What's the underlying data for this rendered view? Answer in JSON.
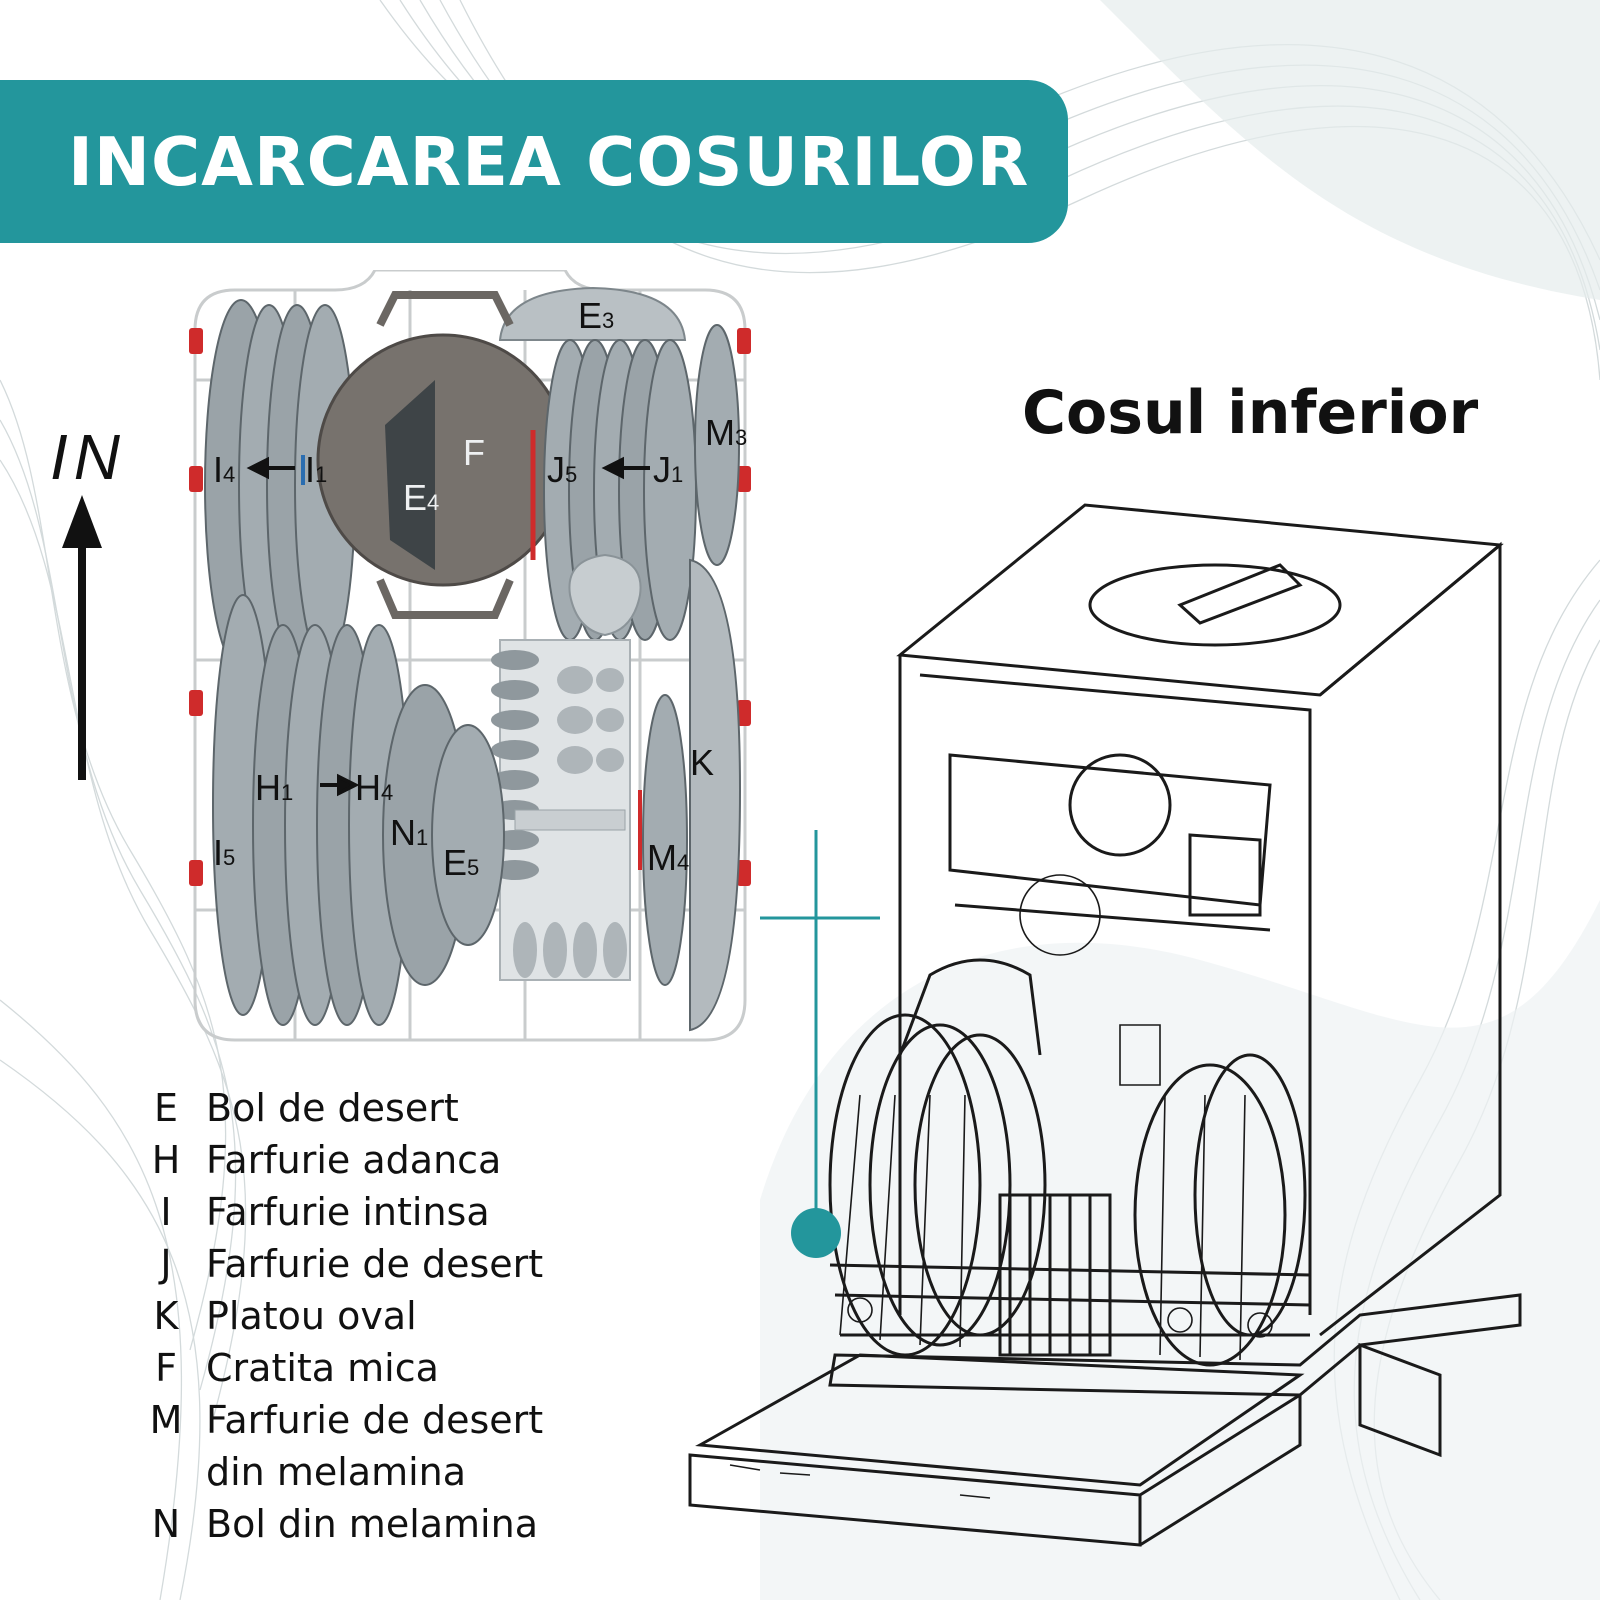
{
  "header": {
    "title": "INCARCAREA COSURILOR"
  },
  "section_title": "Cosul inferior",
  "direction_label": "IN",
  "basket_labels": {
    "e3": {
      "letter": "E",
      "sub": "3"
    },
    "i4": {
      "letter": "I",
      "sub": "4"
    },
    "i1": {
      "letter": "I",
      "sub": "1"
    },
    "f": {
      "letter": "F",
      "sub": ""
    },
    "e4": {
      "letter": "E",
      "sub": "4"
    },
    "j5": {
      "letter": "J",
      "sub": "5"
    },
    "j1": {
      "letter": "J",
      "sub": "1"
    },
    "m3": {
      "letter": "M",
      "sub": "3"
    },
    "k": {
      "letter": "K",
      "sub": ""
    },
    "h1": {
      "letter": "H",
      "sub": "1"
    },
    "h4": {
      "letter": "H",
      "sub": "4"
    },
    "n1": {
      "letter": "N",
      "sub": "1"
    },
    "i5": {
      "letter": "I",
      "sub": "5"
    },
    "e5": {
      "letter": "E",
      "sub": "5"
    },
    "m4": {
      "letter": "M",
      "sub": "4"
    }
  },
  "legend": [
    {
      "code": "E",
      "lines": [
        "Bol de desert"
      ]
    },
    {
      "code": "H",
      "lines": [
        "Farfurie adanca"
      ]
    },
    {
      "code": "I",
      "lines": [
        "Farfurie intinsa"
      ]
    },
    {
      "code": "J",
      "lines": [
        "Farfurie de desert"
      ]
    },
    {
      "code": "K",
      "lines": [
        "Platou oval"
      ]
    },
    {
      "code": "F",
      "lines": [
        "Cratita mica"
      ]
    },
    {
      "code": "M",
      "lines": [
        "Farfurie de desert",
        "din melamina"
      ]
    },
    {
      "code": "N",
      "lines": [
        "Bol din melamina"
      ]
    }
  ],
  "colors": {
    "accent": "#23969c",
    "plate": "#9aa3a8",
    "plate_dark": "#5d666b",
    "pot": "#77726d",
    "rack": "#c9cccd",
    "marker_red": "#cf2b2b"
  }
}
